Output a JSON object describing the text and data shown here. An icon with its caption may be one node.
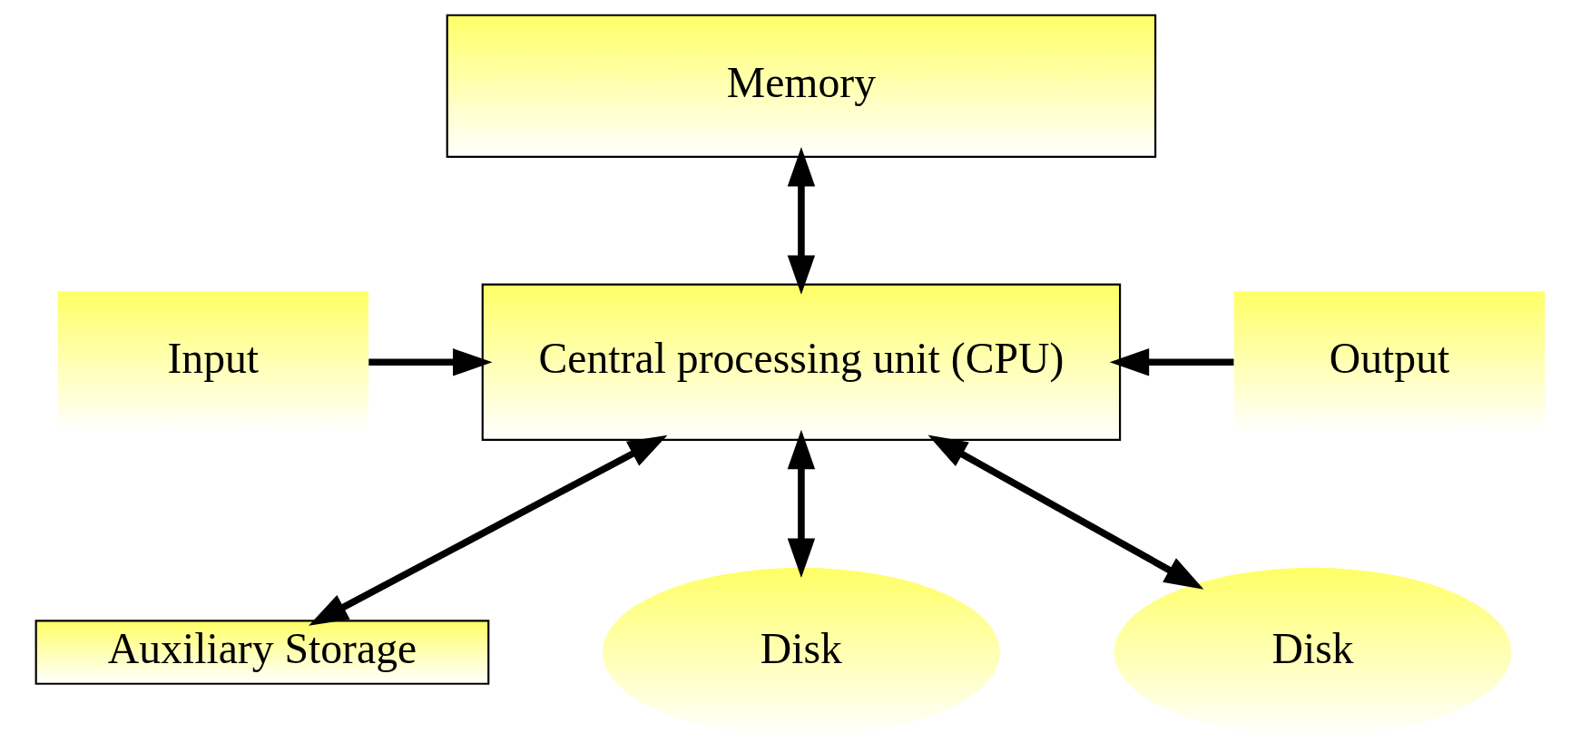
{
  "diagram": {
    "nodes": [
      {
        "text": [
          "Memory"
        ]
      },
      {
        "text": [
          "Input"
        ]
      },
      {
        "text": [
          "Central processing unit (CPU)"
        ]
      },
      {
        "text": [
          "Output"
        ]
      },
      {
        "text": [
          "Auxiliary Storage"
        ]
      },
      {
        "text": [
          "Disk"
        ]
      },
      {
        "text": [
          "Disk"
        ]
      }
    ],
    "edges": [
      {
        "from": 0,
        "to": 2,
        "arrow": "both"
      },
      {
        "from": 1,
        "to": 2,
        "arrow": "to"
      },
      {
        "from": 3,
        "to": 2,
        "arrow": "to"
      },
      {
        "from": 2,
        "to": 5,
        "arrow": "both"
      },
      {
        "from": 2,
        "to": 4,
        "arrow": "both"
      },
      {
        "from": 2,
        "to": 6,
        "arrow": "both"
      }
    ]
  }
}
